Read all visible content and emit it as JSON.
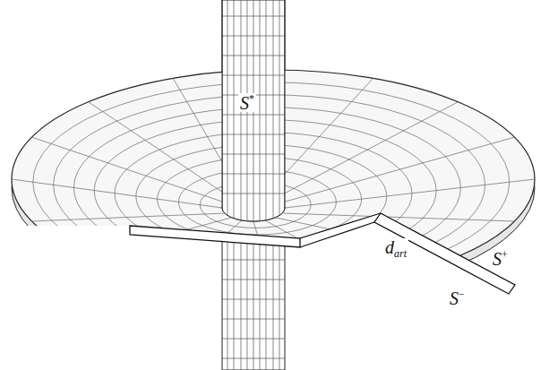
{
  "diagram": {
    "labels": [
      "S*",
      "S+",
      "S−",
      "dart"
    ]
  }
}
